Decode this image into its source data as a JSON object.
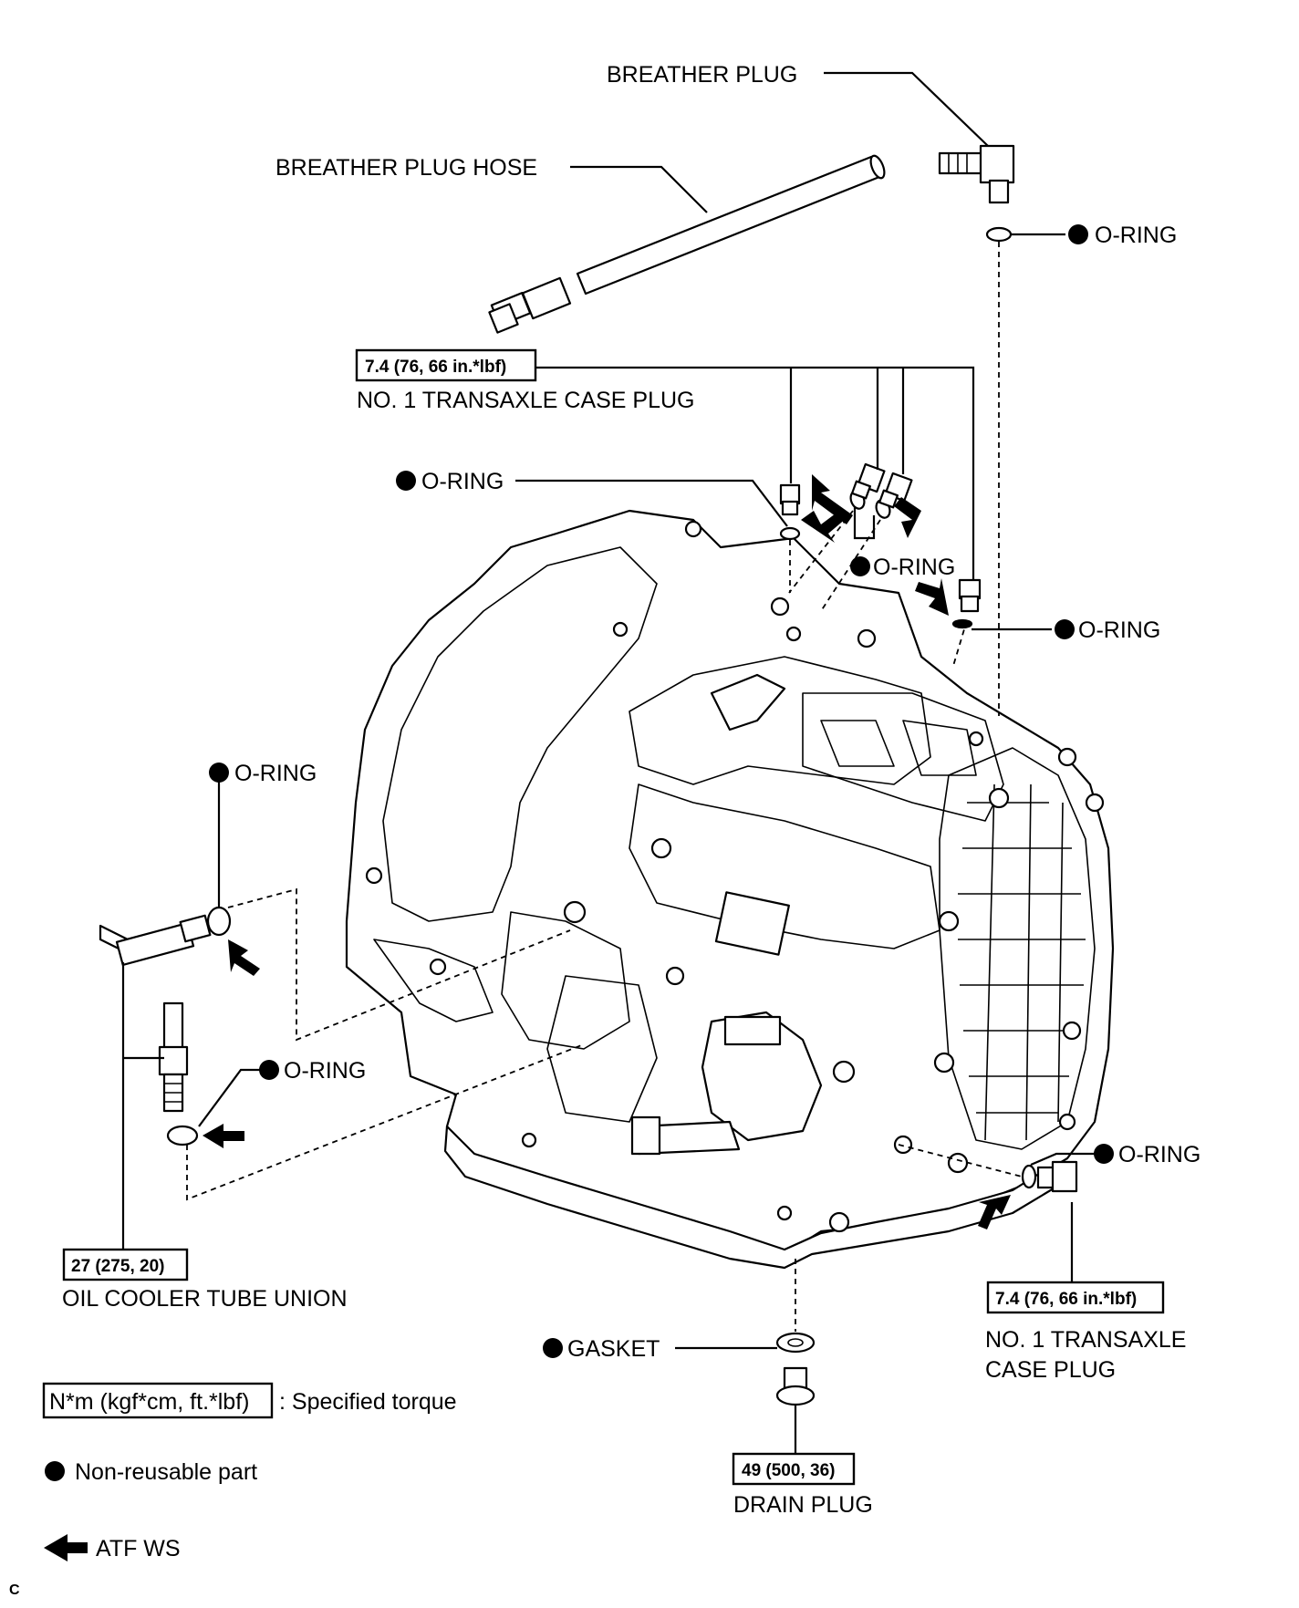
{
  "labels": {
    "breather_plug": "BREATHER PLUG",
    "breather_plug_hose": "BREATHER PLUG HOSE",
    "o_ring": "O-RING",
    "case_plug_top": "NO. 1 TRANSAXLE CASE PLUG",
    "case_plug_right_1": "NO. 1 TRANSAXLE",
    "case_plug_right_2": "CASE PLUG",
    "oil_cooler_tube_union": "OIL COOLER TUBE UNION",
    "gasket": "GASKET",
    "drain_plug": "DRAIN PLUG",
    "corner_mark": "C"
  },
  "torques": {
    "case_plug_top": "7.4 (76, 66 in.*lbf)",
    "case_plug_right": "7.4 (76, 66 in.*lbf)",
    "oil_cooler_union": "27 (275, 20)",
    "drain_plug": "49 (500, 36)"
  },
  "legend": {
    "torque_box": "N*m (kgf*cm, ft.*lbf)",
    "torque_text": ": Specified torque",
    "non_reusable": "Non-reusable part",
    "atf": "ATF WS"
  }
}
